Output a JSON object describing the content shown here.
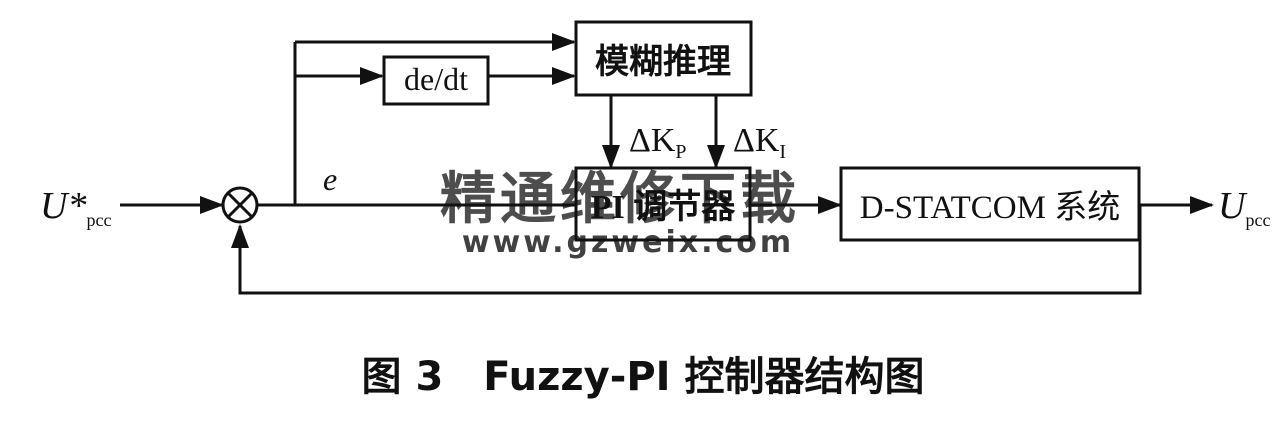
{
  "diagram": {
    "blocks": {
      "fuzzy": "模糊推理",
      "deriv": "de/dt",
      "pi": "PI 调节器",
      "plant": "D-STATCOM 系统"
    },
    "signals": {
      "input_main": "U*",
      "input_sub": "pcc",
      "error": "e",
      "dkp_main": "ΔK",
      "dkp_sub": "P",
      "dki_main": "ΔK",
      "dki_sub": "I",
      "output_main": "U",
      "output_sub": "pcc"
    },
    "caption": "图 3　Fuzzy-PI 控制器结构图",
    "watermark": {
      "line1": "精通维修下载",
      "line2": "www.gzweix.com"
    }
  },
  "colors": {
    "ink": "#111111",
    "watermark": "#f2b48a"
  }
}
